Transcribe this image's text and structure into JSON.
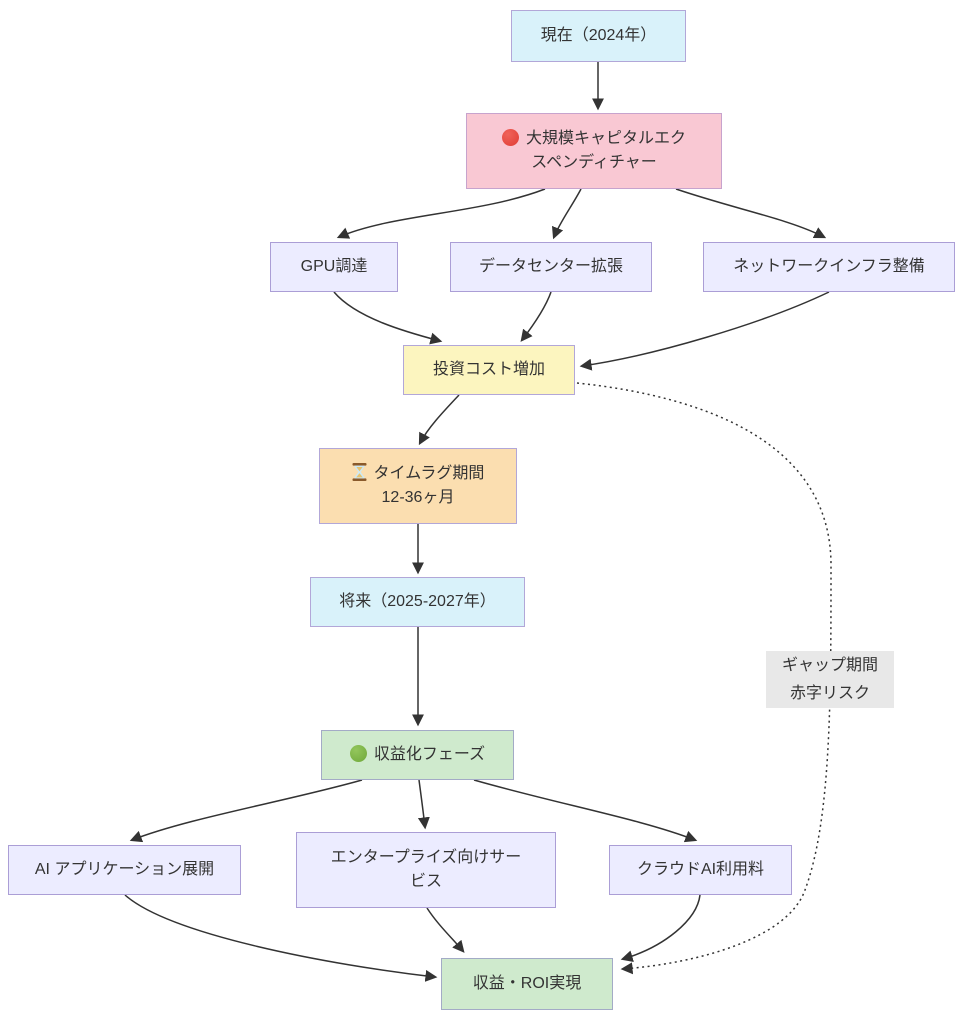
{
  "colors": {
    "canvas_bg": "#ffffff",
    "edge": "#333333",
    "text": "#333333",
    "edge_label_bg": "#e8e8e8",
    "node_blue": "#d9f2fa",
    "node_pink": "#f9c8d3",
    "node_purple": "#ececff",
    "node_yellow": "#fcf5bf",
    "node_orange": "#fbdeb0",
    "node_green": "#cfeacd",
    "red_circle": "#e03c34",
    "green_circle": "#7cb342"
  },
  "diagram": {
    "type": "flowchart-top-down",
    "nodes": {
      "current": {
        "label": "現在（2024年）",
        "fill": "#d9f2fa",
        "border": "#b2a7d8"
      },
      "capex": {
        "label": "大規模キャピタルエクスペンディチャー",
        "icon": "red-circle-icon",
        "fill": "#f9c8d3",
        "border": "#c7a3cd"
      },
      "gpu": {
        "label": "GPU調達",
        "fill": "#ececff",
        "border": "#ab9ed6"
      },
      "datacenter": {
        "label": "データセンター拡張",
        "fill": "#ececff",
        "border": "#ab9ed6"
      },
      "network": {
        "label": "ネットワークインフラ整備",
        "fill": "#ececff",
        "border": "#ab9ed6"
      },
      "investment": {
        "label": "投資コスト増加",
        "fill": "#fcf5bf",
        "border": "#b2a7d8"
      },
      "timelag": {
        "label": "タイムラグ期間\n12-36ヶ月",
        "icon": "hourglass-icon",
        "fill": "#fbdeb0",
        "border": "#b2a7d8"
      },
      "future": {
        "label": "将来（2025-2027年）",
        "fill": "#d9f2fa",
        "border": "#b2a7d8"
      },
      "monetization": {
        "label": "収益化フェーズ",
        "icon": "green-circle-icon",
        "fill": "#cfeacd",
        "border": "#a3abc6"
      },
      "aiapps": {
        "label": "AI アプリケーション展開",
        "fill": "#ececff",
        "border": "#ab9ed6"
      },
      "enterprise": {
        "label": "エンタープライズ向けサービス",
        "fill": "#ececff",
        "border": "#ab9ed6"
      },
      "cloud": {
        "label": "クラウドAI利用料",
        "fill": "#ececff",
        "border": "#ab9ed6"
      },
      "roi": {
        "label": "収益・ROI実現",
        "fill": "#cfeacd",
        "border": "#a3abc6"
      }
    },
    "edges": [
      {
        "from": "current",
        "to": "capex",
        "style": "solid"
      },
      {
        "from": "capex",
        "to": "gpu",
        "style": "solid"
      },
      {
        "from": "capex",
        "to": "datacenter",
        "style": "solid"
      },
      {
        "from": "capex",
        "to": "network",
        "style": "solid"
      },
      {
        "from": "gpu",
        "to": "investment",
        "style": "solid"
      },
      {
        "from": "datacenter",
        "to": "investment",
        "style": "solid"
      },
      {
        "from": "network",
        "to": "investment",
        "style": "solid"
      },
      {
        "from": "investment",
        "to": "timelag",
        "style": "solid"
      },
      {
        "from": "timelag",
        "to": "future",
        "style": "solid"
      },
      {
        "from": "future",
        "to": "monetization",
        "style": "solid"
      },
      {
        "from": "monetization",
        "to": "aiapps",
        "style": "solid"
      },
      {
        "from": "monetization",
        "to": "enterprise",
        "style": "solid"
      },
      {
        "from": "monetization",
        "to": "cloud",
        "style": "solid"
      },
      {
        "from": "aiapps",
        "to": "roi",
        "style": "solid"
      },
      {
        "from": "enterprise",
        "to": "roi",
        "style": "solid"
      },
      {
        "from": "cloud",
        "to": "roi",
        "style": "solid"
      },
      {
        "from": "investment",
        "to": "roi",
        "style": "dotted",
        "label": "ギャップ期間 赤字リスク"
      }
    ],
    "gap_label": "ギャップ期間\n赤字リスク"
  }
}
